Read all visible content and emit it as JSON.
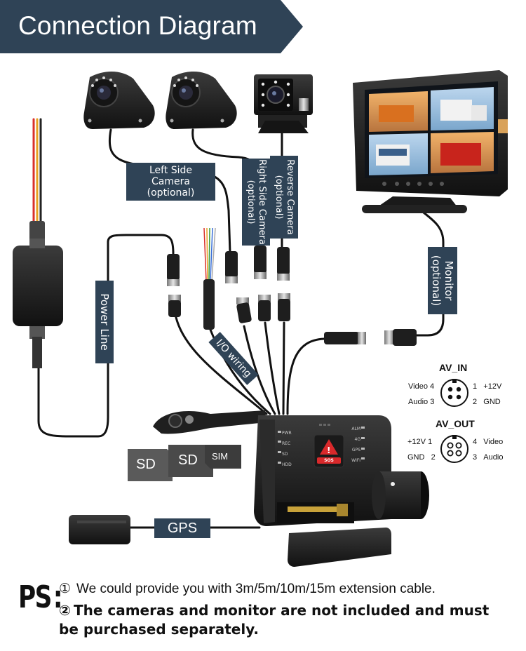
{
  "banner": {
    "title": "Connection Diagram"
  },
  "labels": {
    "left_side_camera": "Left Side Camera",
    "left_side_camera_sub": "(optional)",
    "right_side_camera": "Right Side Camera",
    "right_side_camera_sub": "(optional)",
    "reverse_camera": "Reverse Camera",
    "reverse_camera_sub": "(optional)",
    "monitor": "Monitor",
    "monitor_sub": "(optional)",
    "power_line": "Power Line",
    "io_wiring": "I/O wiring",
    "gps": "GPS",
    "sd1": "SD",
    "sd2": "SD",
    "sim": "SIM"
  },
  "device": {
    "status_labels": [
      "PWR",
      "REC",
      "SD",
      "HDD"
    ],
    "status_labels_right": [
      "ALM",
      "4G",
      "GPS",
      "WIFI"
    ],
    "alarm_text": "SOS"
  },
  "av_in": {
    "title": "AV_IN",
    "left": [
      {
        "name": "Video",
        "pin": "4"
      },
      {
        "name": "Audio",
        "pin": "3"
      }
    ],
    "right": [
      {
        "pin": "1",
        "name": "+12V"
      },
      {
        "pin": "2",
        "name": "GND"
      }
    ]
  },
  "av_out": {
    "title": "AV_OUT",
    "left": [
      {
        "name": "+12V",
        "pin": "1"
      },
      {
        "name": "GND",
        "pin": "2"
      }
    ],
    "right": [
      {
        "pin": "4",
        "name": "Video"
      },
      {
        "pin": "3",
        "name": "Audio"
      }
    ]
  },
  "notes": {
    "ps": "PS",
    "colon": ":",
    "note1_num": "①",
    "note1": "We could provide you with 3m/5m/10m/15m extension cable.",
    "note2_num": "②",
    "note2": "The cameras and monitor are not included and must be purchased separately."
  },
  "colors": {
    "banner": "#2f4356",
    "label_bg": "#2f4356",
    "device": "#1c1c1c",
    "alarm": "#d9292b"
  }
}
